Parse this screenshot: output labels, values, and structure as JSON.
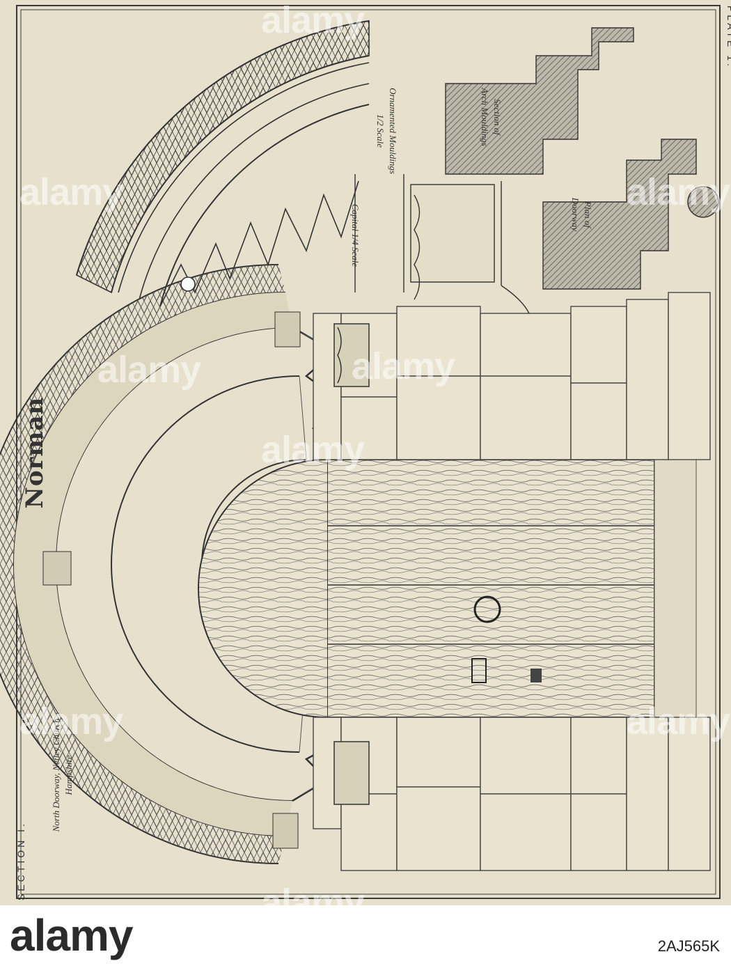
{
  "plate": {
    "section_label": "SECTION I.",
    "plate_label": "PLATE 1.",
    "style_title": "Norman",
    "main_caption_line1": "North Doorway, Netley Church",
    "main_caption_line2": "Hampshire",
    "mouldings_caption_line1": "Ornamented Mouldings",
    "mouldings_caption_line2": "1/2 Scale",
    "section_caption_line1": "Section of",
    "section_caption_line2": "Arch Mouldings",
    "capital_caption": "Capital 1/4 Scale",
    "plan_caption_line1": "Plan of",
    "plan_caption_line2": "Doorway"
  },
  "watermark": {
    "brand": "alamy",
    "image_id": "2AJ565K"
  },
  "colors": {
    "paper": "#e6e0cc",
    "ink": "#3a3a3a",
    "hatch": "#6b6b6b"
  }
}
